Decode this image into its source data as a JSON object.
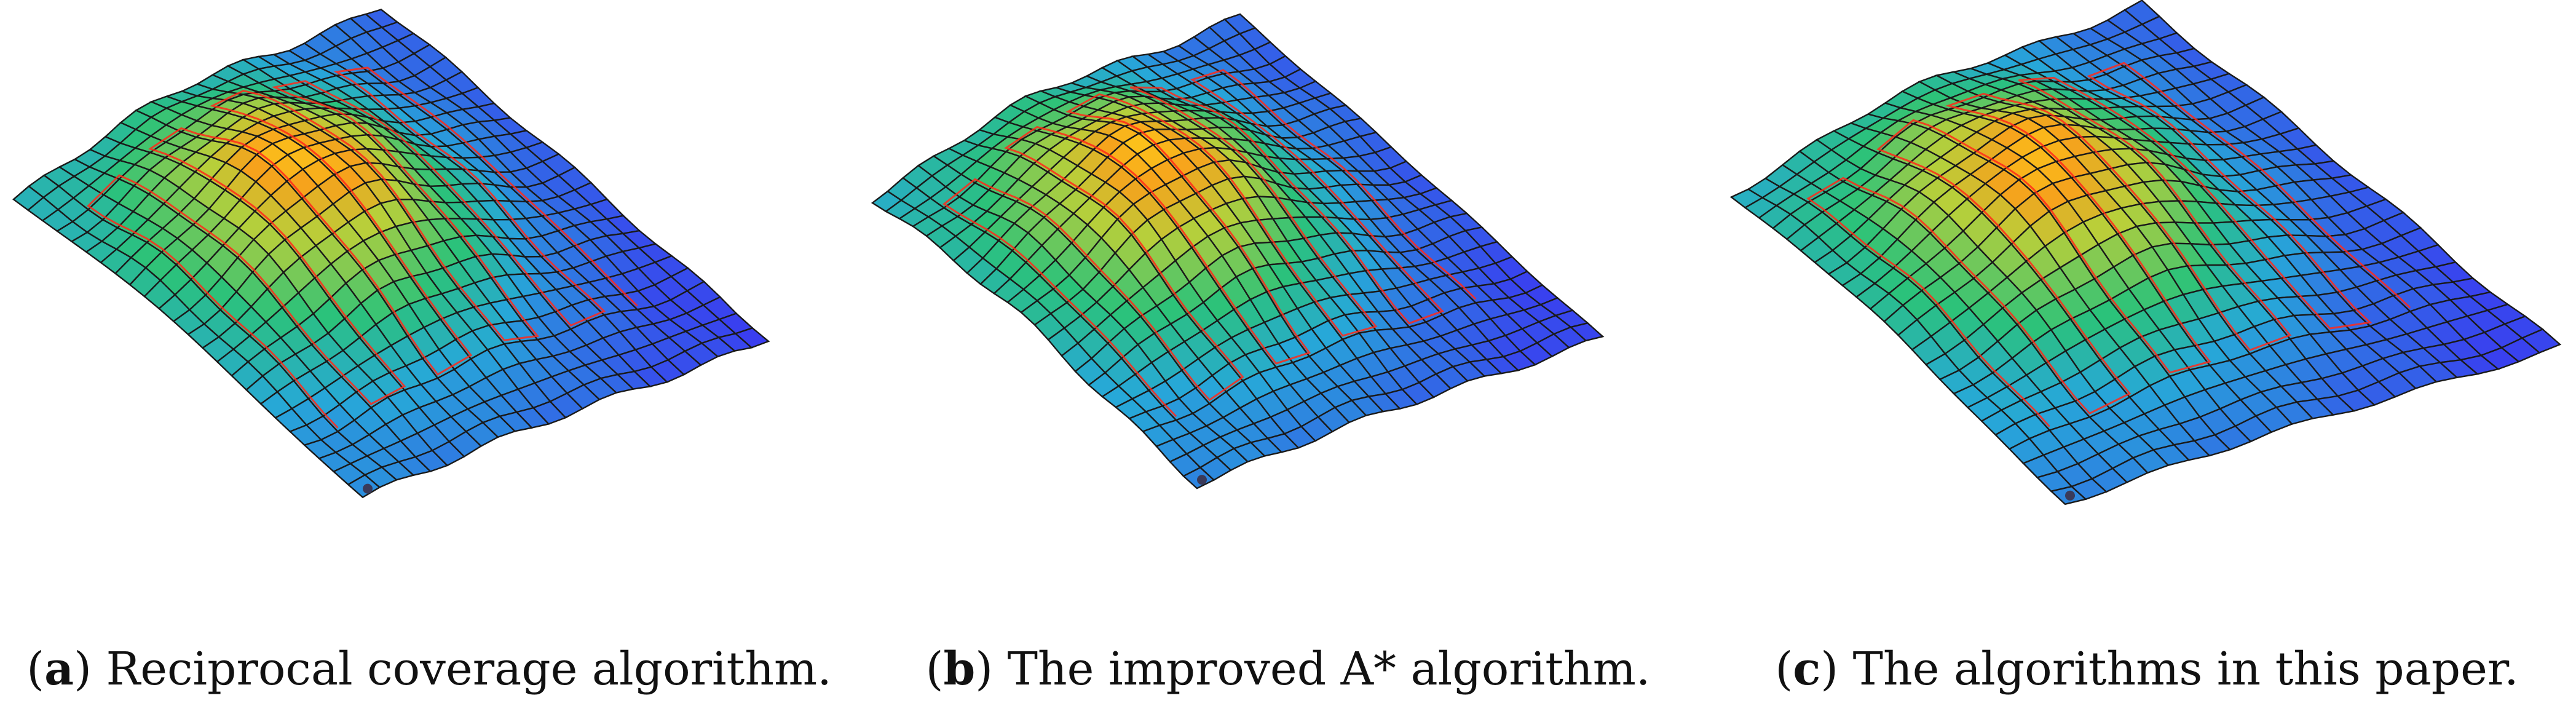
{
  "panels": [
    {
      "letter": "a",
      "text": ") Reciprocal coverage algorithm.",
      "open": "("
    },
    {
      "letter": "b",
      "text": ") The improved A* algorithm.",
      "open": "("
    },
    {
      "letter": "c",
      "text": ") The algorithms in this paper.",
      "open": "("
    }
  ],
  "colors": {
    "grid": "#1a1a1a",
    "path": "#ff2a1a",
    "low": "#3a3cf0",
    "mid": "#2bc27a",
    "high": "#ffd21a",
    "peak": "#f6a21c"
  }
}
